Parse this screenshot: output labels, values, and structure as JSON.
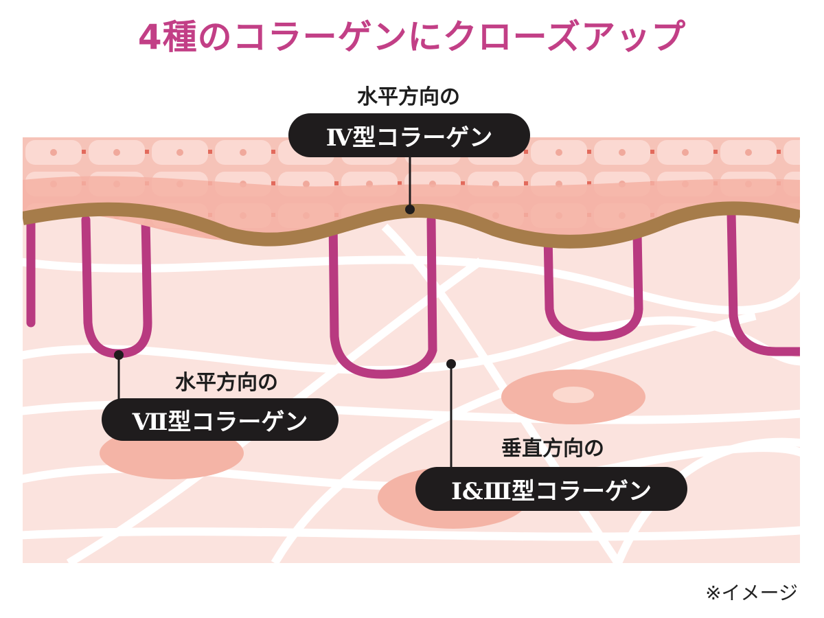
{
  "title": "4種のコラーゲンにクローズアップ",
  "labels": {
    "type4": {
      "caption": "水平方向の",
      "name": "Ⅳ型コラーゲン"
    },
    "type7": {
      "caption": "水平方向の",
      "name": "Ⅶ型コラーゲン"
    },
    "type1_3": {
      "caption": "垂直方向の",
      "name": "Ⅰ&Ⅲ型コラーゲン"
    }
  },
  "note": "※イメージ",
  "colors": {
    "title": "#c23f86",
    "membrane": "#a67c4a",
    "loops": "#b83a80",
    "dermis": "#fbe3de",
    "cells": "#f4b6aa",
    "pill": "#1f1c1d"
  }
}
